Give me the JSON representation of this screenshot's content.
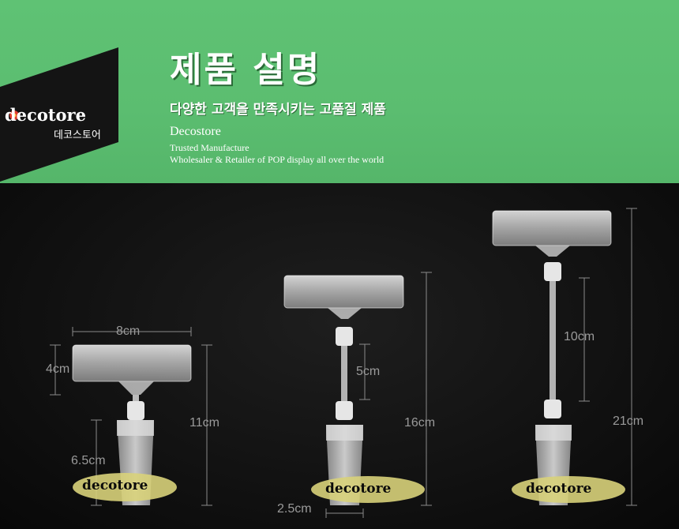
{
  "header": {
    "title": "제품 설명",
    "subtitle": "다양한 고객을 만족시키는 고품질 제품",
    "company": "Decostore",
    "line1": "Trusted Manufacture",
    "line2": "Wholesaler & Retailer of POP display all over the world"
  },
  "logo": {
    "wordmark": "decotore",
    "korean": "데코스토어"
  },
  "dimensions": {
    "small": {
      "width": "8cm",
      "height": "4cm",
      "total": "11cm",
      "clip": "6.5cm"
    },
    "medium": {
      "stem": "5cm",
      "total": "16cm",
      "clip_width": "2.5cm"
    },
    "large": {
      "stem": "10cm",
      "total": "21cm"
    }
  },
  "watermark": "decotore",
  "colors": {
    "green": "#5bbd70",
    "dark": "#111111",
    "dim_line": "#8a8a8a",
    "watermark_bg": "#d8d27a"
  }
}
